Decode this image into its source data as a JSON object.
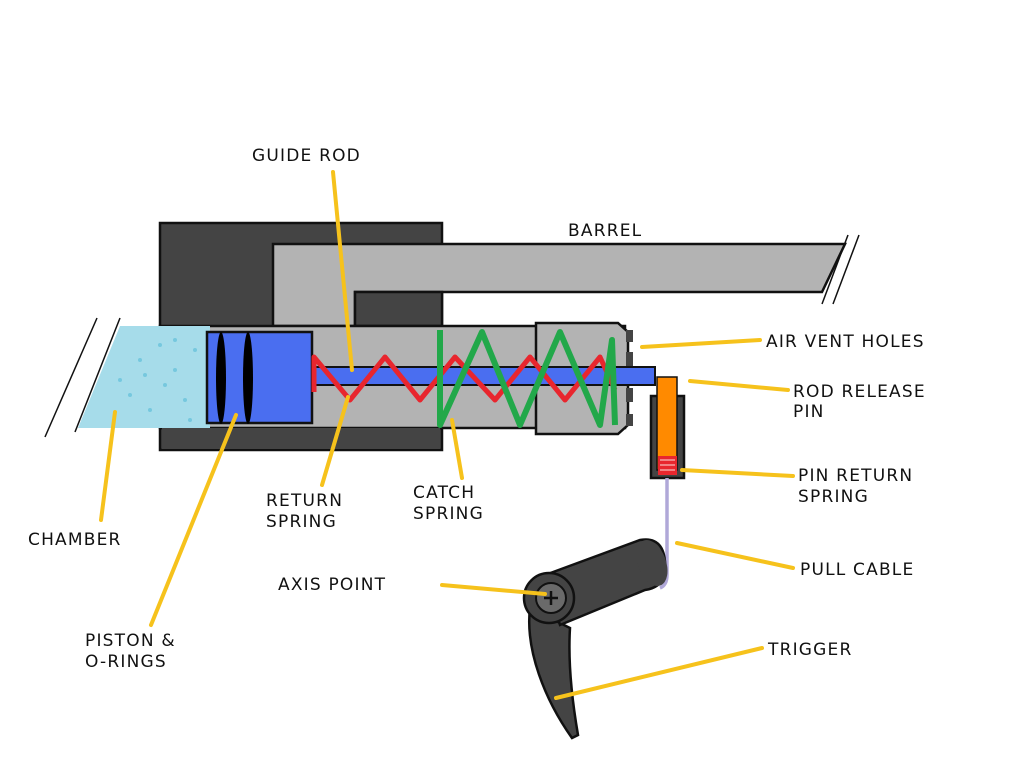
{
  "labels": {
    "guide_rod": "GUIDE ROD",
    "barrel": "BARREL",
    "air_vent_holes": "AIR VENT HOLES",
    "rod_release_pin": [
      "ROD RELEASE",
      "PIN"
    ],
    "pin_return_spring": [
      "PIN RETURN",
      "SPRING"
    ],
    "pull_cable": "PULL CABLE",
    "trigger": "TRIGGER",
    "axis_point": "AXIS POINT",
    "chamber": "CHAMBER",
    "piston_o_rings": [
      "PISTON &",
      "O-RINGS"
    ],
    "return_spring": [
      "RETURN",
      "SPRING"
    ],
    "catch_spring": [
      "CATCH",
      "SPRING"
    ]
  },
  "colors": {
    "housing": "#444444",
    "barrel": "#b3b3b3",
    "chamber_air": "#a6dcea",
    "piston_rod": "#4a6ef0",
    "return_spring": "#e8262e",
    "catch_spring": "#22a84a",
    "release_pin": "#ff8a00",
    "pull_cable": "#b0a8d8",
    "leader_lines": "#f6c21c"
  }
}
